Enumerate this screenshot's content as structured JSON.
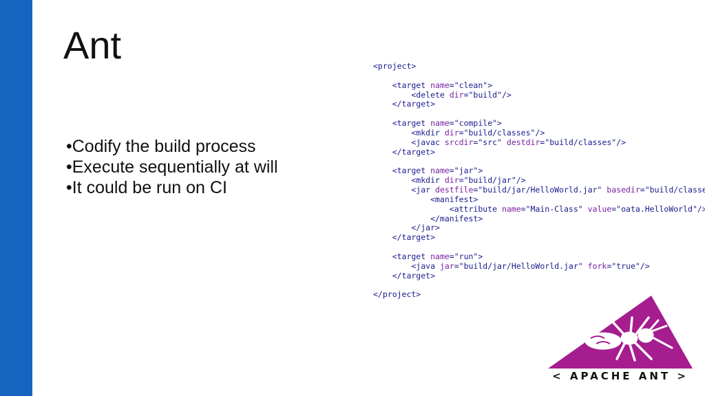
{
  "slide": {
    "title": "Ant",
    "bullets": [
      "•Codify the build process",
      "•Execute sequentially at will",
      "•It could be run on CI"
    ],
    "accent_color": "#1565c0"
  },
  "code": {
    "lines": [
      "<project>",
      "",
      "    <target name=\"clean\">",
      "        <delete dir=\"build\"/>",
      "    </target>",
      "",
      "    <target name=\"compile\">",
      "        <mkdir dir=\"build/classes\"/>",
      "        <javac srcdir=\"src\" destdir=\"build/classes\"/>",
      "    </target>",
      "",
      "    <target name=\"jar\">",
      "        <mkdir dir=\"build/jar\"/>",
      "        <jar destfile=\"build/jar/HelloWorld.jar\" basedir=\"build/classes\">",
      "            <manifest>",
      "                <attribute name=\"Main-Class\" value=\"oata.HelloWorld\"/>",
      "            </manifest>",
      "        </jar>",
      "    </target>",
      "",
      "    <target name=\"run\">",
      "        <java jar=\"build/jar/HelloWorld.jar\" fork=\"true\"/>",
      "    </target>",
      "",
      "</project>"
    ]
  },
  "logo": {
    "icon": "apache-ant-logo",
    "text": "< APACHE ANT >",
    "color": "#a61d8f"
  }
}
